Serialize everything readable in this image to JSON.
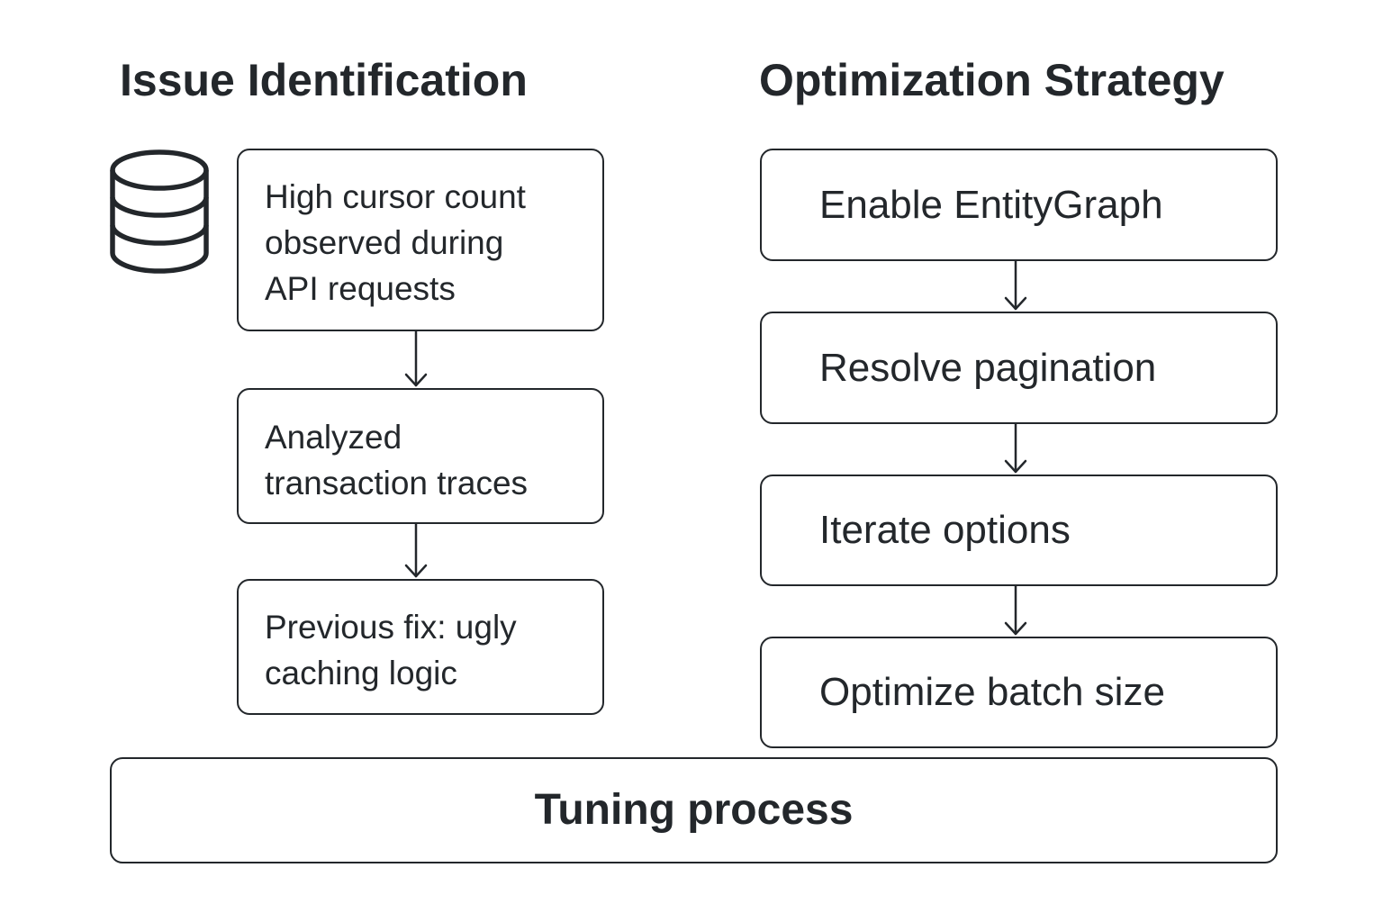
{
  "headings": {
    "left": "Issue Identification",
    "right": "Optimization Strategy"
  },
  "issue_steps": [
    "High cursor count\nobserved during\nAPI requests",
    "Analyzed\ntransaction traces",
    "Previous fix: ugly\ncaching logic"
  ],
  "strategy_steps": [
    "Enable EntityGraph",
    "Resolve pagination",
    "Iterate options",
    "Optimize batch size"
  ],
  "footer": {
    "label": "Tuning process"
  },
  "icons": {
    "database": "database-icon"
  },
  "colors": {
    "stroke": "#23272b",
    "background": "#ffffff"
  }
}
